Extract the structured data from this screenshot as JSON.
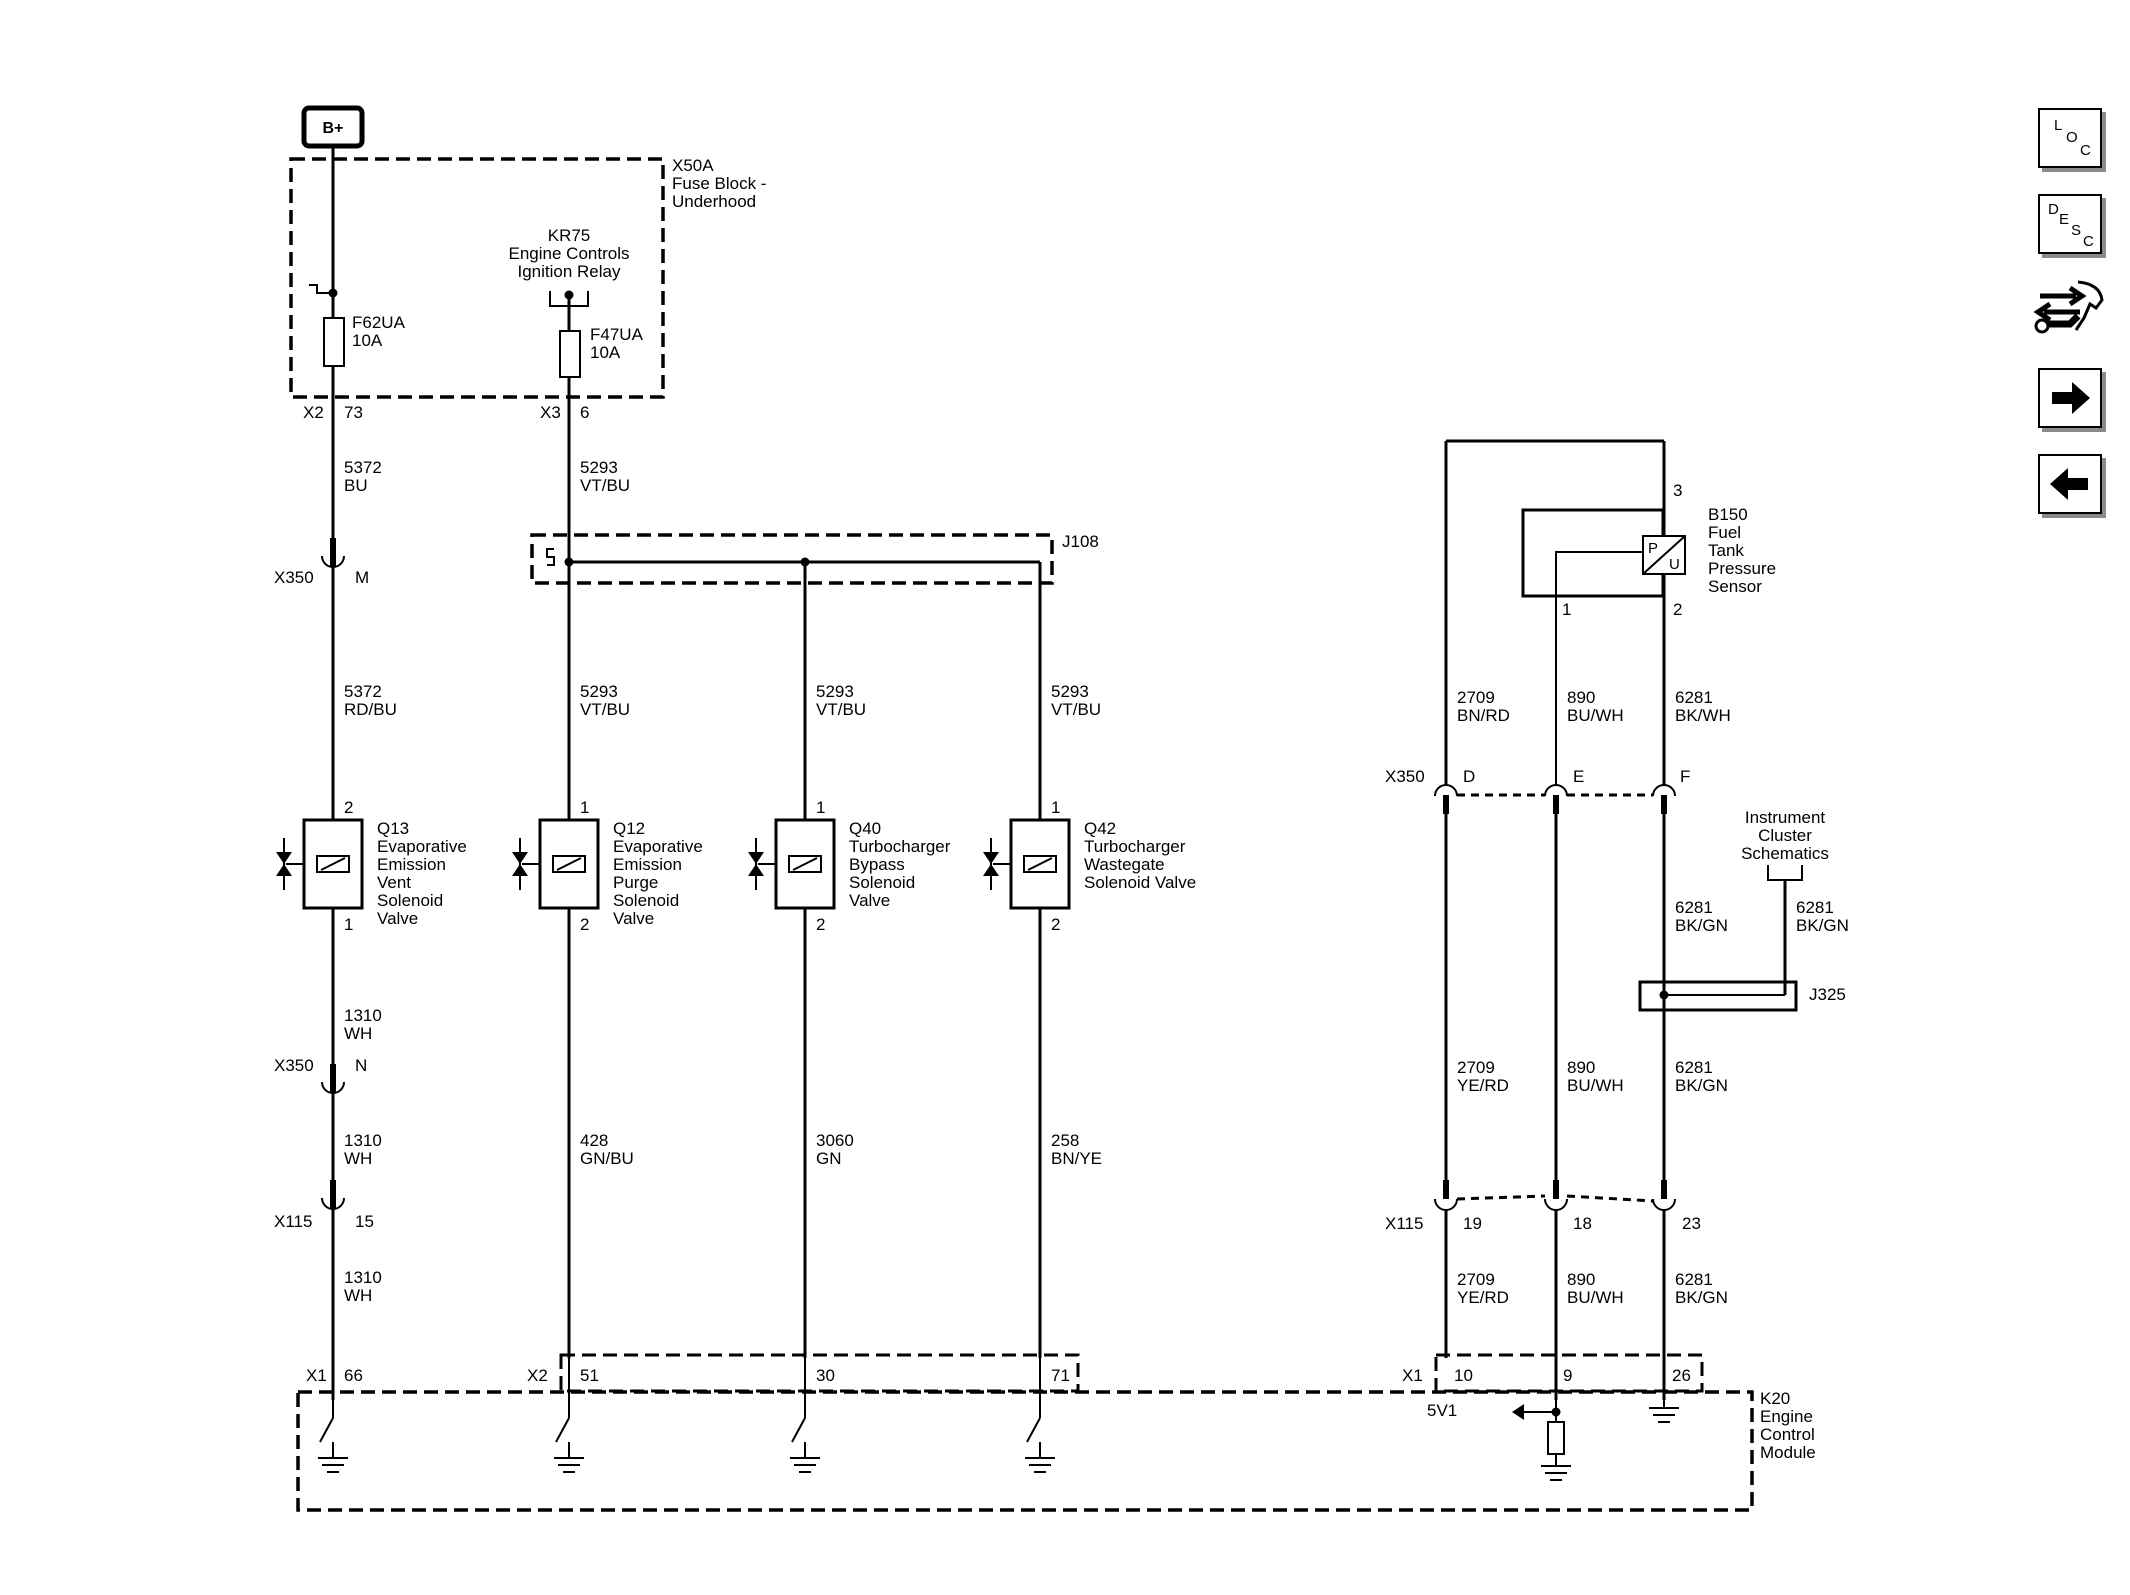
{
  "power": {
    "label": "B+"
  },
  "fuse_block": {
    "id": "X50A",
    "name_line1": "Fuse Block -",
    "name_line2": "Underhood"
  },
  "relay": {
    "id": "KR75",
    "name_line1": "Engine Controls",
    "name_line2": "Ignition Relay"
  },
  "fuses": [
    {
      "id": "F62UA",
      "rating": "10A"
    },
    {
      "id": "F47UA",
      "rating": "10A"
    }
  ],
  "fuse_outputs": [
    {
      "connector": "X2",
      "pin": "73"
    },
    {
      "connector": "X3",
      "pin": "6"
    }
  ],
  "wires": {
    "w5372_bu": {
      "circuit": "5372",
      "color": "BU"
    },
    "w5293_vtbu": {
      "circuit": "5293",
      "color": "VT/BU"
    },
    "w5372_rdbu": {
      "circuit": "5372",
      "color": "RD/BU"
    },
    "w5293_a": {
      "circuit": "5293",
      "color": "VT/BU"
    },
    "w5293_b": {
      "circuit": "5293",
      "color": "VT/BU"
    },
    "w5293_c": {
      "circuit": "5293",
      "color": "VT/BU"
    },
    "w1310_a": {
      "circuit": "1310",
      "color": "WH"
    },
    "w1310_b": {
      "circuit": "1310",
      "color": "WH"
    },
    "w1310_c": {
      "circuit": "1310",
      "color": "WH"
    },
    "w428": {
      "circuit": "428",
      "color": "GN/BU"
    },
    "w3060": {
      "circuit": "3060",
      "color": "GN"
    },
    "w258": {
      "circuit": "258",
      "color": "BN/YE"
    },
    "w2709_bnrd": {
      "circuit": "2709",
      "color": "BN/RD"
    },
    "w890_a": {
      "circuit": "890",
      "color": "BU/WH"
    },
    "w6281_bkwh": {
      "circuit": "6281",
      "color": "BK/WH"
    },
    "w6281_ic": {
      "circuit": "6281",
      "color": "BK/GN"
    },
    "w6281_ic2": {
      "circuit": "6281",
      "color": "BK/GN"
    },
    "w2709_yerd_a": {
      "circuit": "2709",
      "color": "YE/RD"
    },
    "w890_b": {
      "circuit": "890",
      "color": "BU/WH"
    },
    "w6281_bkgn_a": {
      "circuit": "6281",
      "color": "BK/GN"
    },
    "w2709_yerd_b": {
      "circuit": "2709",
      "color": "YE/RD"
    },
    "w890_c": {
      "circuit": "890",
      "color": "BU/WH"
    },
    "w6281_bkgn_b": {
      "circuit": "6281",
      "color": "BK/GN"
    }
  },
  "splices": {
    "j108": "J108",
    "j325": "J325"
  },
  "connectors": {
    "x350": "X350",
    "x350_pin_m": "M",
    "x350_pin_n": "N",
    "x115": "X115",
    "x115_pin_15": "15",
    "x350_right": "X350",
    "x350_pin_d": "D",
    "x350_pin_e": "E",
    "x350_pin_f": "F",
    "x115_right": "X115",
    "x115_pin_19": "19",
    "x115_pin_18": "18",
    "x115_pin_23": "23"
  },
  "solenoids": [
    {
      "id": "Q13",
      "lines": [
        "Evaporative",
        "Emission",
        "Vent",
        "Solenoid",
        "Valve"
      ],
      "pin_top": "2",
      "pin_bottom": "1"
    },
    {
      "id": "Q12",
      "lines": [
        "Evaporative",
        "Emission",
        "Purge",
        "Solenoid",
        "Valve"
      ],
      "pin_top": "1",
      "pin_bottom": "2"
    },
    {
      "id": "Q40",
      "lines": [
        "Turbocharger",
        "Bypass",
        "Solenoid",
        "Valve"
      ],
      "pin_top": "1",
      "pin_bottom": "2"
    },
    {
      "id": "Q42",
      "lines": [
        "Turbocharger",
        "Wastegate",
        "Solenoid Valve"
      ],
      "pin_top": "1",
      "pin_bottom": "2"
    }
  ],
  "sensor": {
    "id": "B150",
    "lines": [
      "Fuel",
      "Tank",
      "Pressure",
      "Sensor"
    ],
    "pin_top": "3",
    "pin_left": "1",
    "pin_right": "2",
    "symbol_p": "P",
    "symbol_u": "U"
  },
  "instrument_cluster": {
    "lines": [
      "Instrument",
      "Cluster",
      "Schematics"
    ]
  },
  "ecm": {
    "id": "K20",
    "lines": [
      "Engine",
      "Control",
      "Module"
    ],
    "connectors": {
      "x1_left": "X1",
      "pin_66": "66",
      "x2": "X2",
      "pin_51": "51",
      "pin_30": "30",
      "pin_71": "71",
      "x1_right": "X1",
      "pin_10": "10",
      "pin_9": "9",
      "pin_26": "26"
    },
    "ref_label": "5V1"
  },
  "side_nav": {
    "loc": {
      "l": "L",
      "o": "O",
      "c": "C"
    },
    "desc": {
      "d": "D",
      "e": "E",
      "s": "S",
      "c": "C"
    },
    "connector_icon": "connector-repair-icon",
    "next_icon": "arrow-right-icon",
    "back_icon": "arrow-left-icon"
  }
}
